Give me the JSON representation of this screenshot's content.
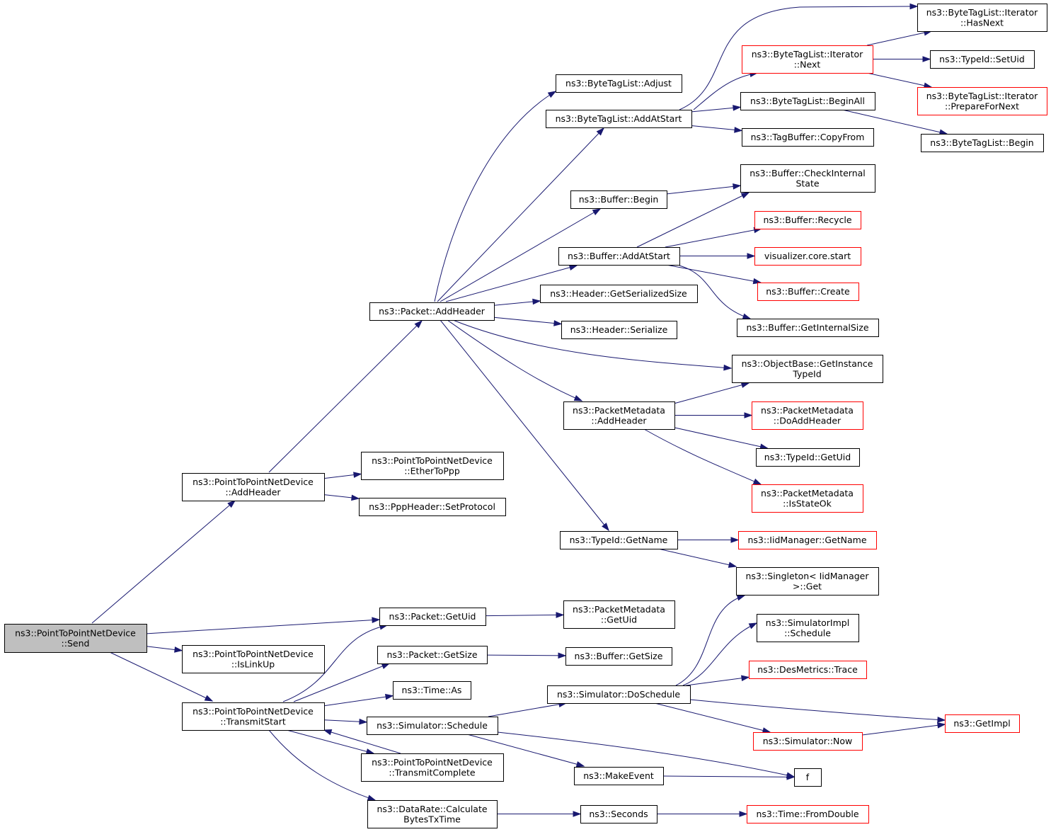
{
  "diagram": {
    "colors": {
      "edge": "#191970",
      "border_default": "#000000",
      "border_truncated": "#ff0000",
      "fill_root": "#bfbfbf",
      "fill_default": "#ffffff"
    },
    "nodes": [
      {
        "id": "send",
        "lines": [
          "ns3::PointToPointNetDevice",
          "::Send"
        ],
        "style": "root"
      },
      {
        "id": "p2p_addheader",
        "lines": [
          "ns3::PointToPointNetDevice",
          "::AddHeader"
        ],
        "style": "normal"
      },
      {
        "id": "islinkup",
        "lines": [
          "ns3::PointToPointNetDevice",
          "::IsLinkUp"
        ],
        "style": "normal"
      },
      {
        "id": "transmitstart",
        "lines": [
          "ns3::PointToPointNetDevice",
          "::TransmitStart"
        ],
        "style": "normal"
      },
      {
        "id": "packet_addheader",
        "lines": [
          "ns3::Packet::AddHeader"
        ],
        "style": "normal"
      },
      {
        "id": "ethertoppp",
        "lines": [
          "ns3::PointToPointNetDevice",
          "::EtherToPpp"
        ],
        "style": "normal"
      },
      {
        "id": "setprotocol",
        "lines": [
          "ns3::PppHeader::SetProtocol"
        ],
        "style": "normal"
      },
      {
        "id": "packet_getuid",
        "lines": [
          "ns3::Packet::GetUid"
        ],
        "style": "normal"
      },
      {
        "id": "packet_getsize",
        "lines": [
          "ns3::Packet::GetSize"
        ],
        "style": "normal"
      },
      {
        "id": "time_as",
        "lines": [
          "ns3::Time::As"
        ],
        "style": "normal"
      },
      {
        "id": "sim_schedule",
        "lines": [
          "ns3::Simulator::Schedule"
        ],
        "style": "normal"
      },
      {
        "id": "transmitcomplete",
        "lines": [
          "ns3::PointToPointNetDevice",
          "::TransmitComplete"
        ],
        "style": "normal"
      },
      {
        "id": "calcbytes",
        "lines": [
          "ns3::DataRate::Calculate",
          "BytesTxTime"
        ],
        "style": "normal"
      },
      {
        "id": "btl_adjust",
        "lines": [
          "ns3::ByteTagList::Adjust"
        ],
        "style": "normal"
      },
      {
        "id": "btl_addatstart",
        "lines": [
          "ns3::ByteTagList::AddAtStart"
        ],
        "style": "normal"
      },
      {
        "id": "buf_begin",
        "lines": [
          "ns3::Buffer::Begin"
        ],
        "style": "normal"
      },
      {
        "id": "buf_addatstart",
        "lines": [
          "ns3::Buffer::AddAtStart"
        ],
        "style": "normal"
      },
      {
        "id": "hdr_getsersize",
        "lines": [
          "ns3::Header::GetSerializedSize"
        ],
        "style": "normal"
      },
      {
        "id": "hdr_serialize",
        "lines": [
          "ns3::Header::Serialize"
        ],
        "style": "normal"
      },
      {
        "id": "pm_addheader",
        "lines": [
          "ns3::PacketMetadata",
          "::AddHeader"
        ],
        "style": "normal"
      },
      {
        "id": "typeid_getname",
        "lines": [
          "ns3::TypeId::GetName"
        ],
        "style": "normal"
      },
      {
        "id": "pm_getuid",
        "lines": [
          "ns3::PacketMetadata",
          "::GetUid"
        ],
        "style": "normal"
      },
      {
        "id": "buf_getsize",
        "lines": [
          "ns3::Buffer::GetSize"
        ],
        "style": "normal"
      },
      {
        "id": "sim_doschedule",
        "lines": [
          "ns3::Simulator::DoSchedule"
        ],
        "style": "normal"
      },
      {
        "id": "makeevent",
        "lines": [
          "ns3::MakeEvent"
        ],
        "style": "normal"
      },
      {
        "id": "seconds",
        "lines": [
          "ns3::Seconds"
        ],
        "style": "normal"
      },
      {
        "id": "btli_next",
        "lines": [
          "ns3::ByteTagList::Iterator",
          "::Next"
        ],
        "style": "truncated"
      },
      {
        "id": "btl_beginall",
        "lines": [
          "ns3::ByteTagList::BeginAll"
        ],
        "style": "normal"
      },
      {
        "id": "tagbuf_copyfrom",
        "lines": [
          "ns3::TagBuffer::CopyFrom"
        ],
        "style": "normal"
      },
      {
        "id": "buf_checkinternal",
        "lines": [
          "ns3::Buffer::CheckInternal",
          "State"
        ],
        "style": "normal"
      },
      {
        "id": "buf_recycle",
        "lines": [
          "ns3::Buffer::Recycle"
        ],
        "style": "truncated"
      },
      {
        "id": "viz_start",
        "lines": [
          "visualizer.core.start"
        ],
        "style": "truncated"
      },
      {
        "id": "buf_create",
        "lines": [
          "ns3::Buffer::Create"
        ],
        "style": "truncated"
      },
      {
        "id": "buf_getinternalsize",
        "lines": [
          "ns3::Buffer::GetInternalSize"
        ],
        "style": "normal"
      },
      {
        "id": "ob_getinstancetypeid",
        "lines": [
          "ns3::ObjectBase::GetInstance",
          "TypeId"
        ],
        "style": "normal"
      },
      {
        "id": "pm_doaddheader",
        "lines": [
          "ns3::PacketMetadata",
          "::DoAddHeader"
        ],
        "style": "truncated"
      },
      {
        "id": "typeid_getuid",
        "lines": [
          "ns3::TypeId::GetUid"
        ],
        "style": "normal"
      },
      {
        "id": "pm_isstateok",
        "lines": [
          "ns3::PacketMetadata",
          "::IsStateOk"
        ],
        "style": "truncated"
      },
      {
        "id": "iid_getname",
        "lines": [
          "ns3::IidManager::GetName"
        ],
        "style": "truncated"
      },
      {
        "id": "singleton_get",
        "lines": [
          "ns3::Singleton< IidManager",
          ">::Get"
        ],
        "style": "normal"
      },
      {
        "id": "simimpl_schedule",
        "lines": [
          "ns3::SimulatorImpl",
          "::Schedule"
        ],
        "style": "normal"
      },
      {
        "id": "desmetrics_trace",
        "lines": [
          "ns3::DesMetrics::Trace"
        ],
        "style": "truncated"
      },
      {
        "id": "sim_now",
        "lines": [
          "ns3::Simulator::Now"
        ],
        "style": "truncated"
      },
      {
        "id": "getimpl",
        "lines": [
          "ns3::GetImpl"
        ],
        "style": "truncated"
      },
      {
        "id": "f",
        "lines": [
          "f"
        ],
        "style": "normal"
      },
      {
        "id": "time_fromdouble",
        "lines": [
          "ns3::Time::FromDouble"
        ],
        "style": "truncated"
      },
      {
        "id": "btli_hasnext",
        "lines": [
          "ns3::ByteTagList::Iterator",
          "::HasNext"
        ],
        "style": "normal"
      },
      {
        "id": "typeid_setuid",
        "lines": [
          "ns3::TypeId::SetUid"
        ],
        "style": "normal"
      },
      {
        "id": "btli_preparefornext",
        "lines": [
          "ns3::ByteTagList::Iterator",
          "::PrepareForNext"
        ],
        "style": "truncated"
      },
      {
        "id": "btl_begin",
        "lines": [
          "ns3::ByteTagList::Begin"
        ],
        "style": "normal"
      }
    ],
    "edges": [
      [
        "send",
        "p2p_addheader"
      ],
      [
        "send",
        "packet_getuid"
      ],
      [
        "send",
        "islinkup"
      ],
      [
        "send",
        "transmitstart"
      ],
      [
        "p2p_addheader",
        "packet_addheader"
      ],
      [
        "p2p_addheader",
        "ethertoppp"
      ],
      [
        "p2p_addheader",
        "setprotocol"
      ],
      [
        "packet_addheader",
        "btl_adjust"
      ],
      [
        "packet_addheader",
        "btl_addatstart"
      ],
      [
        "packet_addheader",
        "buf_begin"
      ],
      [
        "packet_addheader",
        "buf_addatstart"
      ],
      [
        "packet_addheader",
        "hdr_getsersize"
      ],
      [
        "packet_addheader",
        "hdr_serialize"
      ],
      [
        "packet_addheader",
        "ob_getinstancetypeid"
      ],
      [
        "packet_addheader",
        "pm_addheader"
      ],
      [
        "packet_addheader",
        "typeid_getname"
      ],
      [
        "btl_addatstart",
        "btli_hasnext"
      ],
      [
        "btl_addatstart",
        "btli_next"
      ],
      [
        "btl_addatstart",
        "btl_beginall"
      ],
      [
        "btl_addatstart",
        "tagbuf_copyfrom"
      ],
      [
        "btli_next",
        "btli_hasnext"
      ],
      [
        "btli_next",
        "typeid_setuid"
      ],
      [
        "btli_next",
        "btli_preparefornext"
      ],
      [
        "btl_beginall",
        "btl_begin"
      ],
      [
        "buf_begin",
        "buf_checkinternal"
      ],
      [
        "buf_addatstart",
        "buf_checkinternal"
      ],
      [
        "buf_addatstart",
        "buf_recycle"
      ],
      [
        "buf_addatstart",
        "viz_start"
      ],
      [
        "buf_addatstart",
        "buf_create"
      ],
      [
        "buf_addatstart",
        "buf_getinternalsize"
      ],
      [
        "pm_addheader",
        "ob_getinstancetypeid"
      ],
      [
        "pm_addheader",
        "pm_doaddheader"
      ],
      [
        "pm_addheader",
        "typeid_getuid"
      ],
      [
        "pm_addheader",
        "pm_isstateok"
      ],
      [
        "typeid_getname",
        "iid_getname"
      ],
      [
        "typeid_getname",
        "singleton_get"
      ],
      [
        "transmitstart",
        "packet_getuid"
      ],
      [
        "transmitstart",
        "packet_getsize"
      ],
      [
        "transmitstart",
        "time_as"
      ],
      [
        "transmitstart",
        "sim_schedule"
      ],
      [
        "transmitstart",
        "transmitcomplete"
      ],
      [
        "transmitstart",
        "calcbytes"
      ],
      [
        "transmitcomplete",
        "transmitstart"
      ],
      [
        "packet_getuid",
        "pm_getuid"
      ],
      [
        "packet_getsize",
        "buf_getsize"
      ],
      [
        "sim_schedule",
        "sim_doschedule"
      ],
      [
        "sim_schedule",
        "makeevent"
      ],
      [
        "sim_schedule",
        "f"
      ],
      [
        "sim_doschedule",
        "singleton_get"
      ],
      [
        "sim_doschedule",
        "simimpl_schedule"
      ],
      [
        "sim_doschedule",
        "desmetrics_trace"
      ],
      [
        "sim_doschedule",
        "getimpl"
      ],
      [
        "sim_doschedule",
        "sim_now"
      ],
      [
        "sim_now",
        "getimpl"
      ],
      [
        "makeevent",
        "f"
      ],
      [
        "calcbytes",
        "seconds"
      ],
      [
        "seconds",
        "time_fromdouble"
      ]
    ]
  }
}
